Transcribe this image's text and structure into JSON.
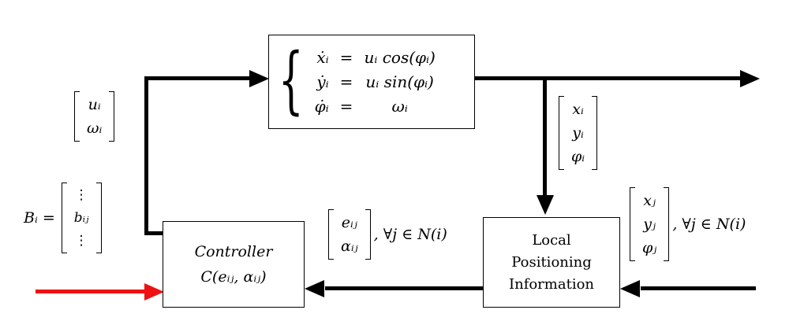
{
  "dynamics_box": {
    "brace": "{",
    "rows": [
      {
        "lhs": "ẋᵢ",
        "rel": "=",
        "rhs": "uᵢ cos(φᵢ)"
      },
      {
        "lhs": "ẏᵢ",
        "rel": "=",
        "rhs": "uᵢ sin(φᵢ)"
      },
      {
        "lhs": "φ̇ᵢ",
        "rel": "=",
        "rhs": "ωᵢ"
      }
    ]
  },
  "controller_box": {
    "title": "Controller",
    "expression": "C(eᵢⱼ, αᵢⱼ)"
  },
  "lpi_box": {
    "lines": [
      "Local",
      "Positioning",
      "Information"
    ]
  },
  "labels": {
    "input_vector": {
      "entries": [
        "uᵢ",
        "ωᵢ"
      ]
    },
    "state_vector": {
      "entries": [
        "xᵢ",
        "yᵢ",
        "φᵢ"
      ]
    },
    "neighbor_vector": {
      "entries": [
        "xⱼ",
        "yⱼ",
        "φⱼ"
      ],
      "suffix": ", ∀j ∈ N(i)"
    },
    "error_vector": {
      "entries": [
        "eᵢⱼ",
        "αᵢⱼ"
      ],
      "suffix": ", ∀j ∈ N(i)"
    },
    "gain_vector": {
      "prefix": "Bᵢ =",
      "entries": [
        "⋮",
        "bᵢⱼ",
        "⋮"
      ]
    }
  },
  "colors": {
    "line": "#000000",
    "highlight_arrow": "#ee1111",
    "background": "#ffffff"
  }
}
